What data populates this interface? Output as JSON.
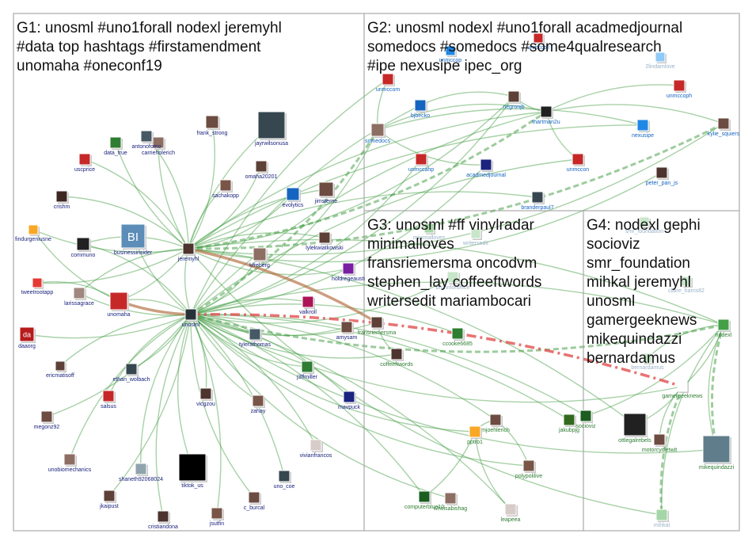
{
  "groups": [
    {
      "id": "G1",
      "title": [
        "G1: unosml #uno1forall nodexl jeremyhl",
        "#data top hashtags #firstamendment",
        "unomaha #oneconf19"
      ]
    },
    {
      "id": "G2",
      "title": [
        "G2: unosml nodexl #uno1forall acadmedjournal",
        "somedocs #somedocs #some4qualresearch",
        "#ipe nexusipe ipec_org"
      ]
    },
    {
      "id": "G3",
      "title": [
        "G3: unosml #ff vinylradar",
        "minimalloves",
        "fransriemersma oncodvm",
        "stephen_lay coffeeftwords",
        "writersedit mariambocari"
      ]
    },
    {
      "id": "G4",
      "title": [
        "G4: nodexl gephi",
        "socioviz",
        "smr_foundation",
        "mihkal jeremyhl",
        "unosml",
        "gamergeeknews",
        "mikequindazzi",
        "bernardamus"
      ]
    }
  ],
  "nodes": [
    {
      "name": "frank_strong",
      "group": "g1",
      "color": "#6d4c41"
    },
    {
      "name": "jayrwilsonusa",
      "group": "g1",
      "color": "#37474f"
    },
    {
      "name": "omaha20201",
      "group": "g1",
      "color": "#5d4037"
    },
    {
      "name": "carrieholerich",
      "group": "g1",
      "color": "#8d6e63"
    },
    {
      "name": "antonofomo",
      "group": "g1",
      "color": "#455a64"
    },
    {
      "name": "data_true",
      "group": "g1",
      "color": "#2e7d32"
    },
    {
      "name": "uscprice",
      "group": "g1",
      "color": "#c62828"
    },
    {
      "name": "sachakopp",
      "group": "g1",
      "color": "#795548"
    },
    {
      "name": "evolytics",
      "group": "g1",
      "color": "#1565c0"
    },
    {
      "name": "jimsterne",
      "group": "g1",
      "color": "#6d4c41"
    },
    {
      "name": "crishm",
      "group": "g1",
      "color": "#3e2723"
    },
    {
      "name": "findurgeniusne",
      "group": "g1",
      "color": "#f9a825"
    },
    {
      "name": "communo",
      "group": "g1",
      "color": "#212121"
    },
    {
      "name": "businessinsider",
      "group": "g1",
      "color": "#5b8db8"
    },
    {
      "name": "jeremyhl",
      "group": "g1",
      "color": "#4e342e"
    },
    {
      "name": "lylekwiatkowski",
      "group": "g1",
      "color": "#5d4037"
    },
    {
      "name": "kfreberg",
      "group": "g1",
      "color": "#8d6e63"
    },
    {
      "name": "holdregeausti",
      "group": "g1",
      "color": "#7b1fa2"
    },
    {
      "name": "tweetrootapp",
      "group": "g1",
      "color": "#e53935"
    },
    {
      "name": "larissagrace",
      "group": "g1",
      "color": "#a1887f"
    },
    {
      "name": "unomaha",
      "group": "g1",
      "color": "#c62828"
    },
    {
      "name": "unosml",
      "group": "g1",
      "color": "#263238"
    },
    {
      "name": "valkroll",
      "group": "g1",
      "color": "#ad1457"
    },
    {
      "name": "amysam",
      "group": "g1",
      "color": "#6d4c41"
    },
    {
      "name": "daaorg",
      "group": "g1",
      "color": "#b71c1c"
    },
    {
      "name": "tylerathomas",
      "group": "g1",
      "color": "#455a64"
    },
    {
      "name": "ericmatisoff",
      "group": "g1",
      "color": "#5d4037"
    },
    {
      "name": "ethan_wolbach",
      "group": "g1",
      "color": "#37474f"
    },
    {
      "name": "j3ffmiller",
      "group": "g1",
      "color": "#2e7d32"
    },
    {
      "name": "salsus",
      "group": "g1",
      "color": "#c62828"
    },
    {
      "name": "vicgzou",
      "group": "g1",
      "color": "#4e342e"
    },
    {
      "name": "zahay",
      "group": "g1",
      "color": "#795548"
    },
    {
      "name": "mavpuck",
      "group": "g1",
      "color": "#1a237e"
    },
    {
      "name": "megonz92",
      "group": "g1",
      "color": "#6d4c41"
    },
    {
      "name": "unobiomechanics",
      "group": "g1",
      "color": "#8d6e63"
    },
    {
      "name": "shaneth92068024",
      "group": "g1",
      "color": "#90a4ae"
    },
    {
      "name": "vivianfrancos",
      "group": "g1",
      "color": "#d7ccc8"
    },
    {
      "name": "tiktok_us",
      "group": "g1",
      "color": "#000000"
    },
    {
      "name": "jkaipust",
      "group": "g1",
      "color": "#5d4037"
    },
    {
      "name": "uno_coe",
      "group": "g1",
      "color": "#37474f"
    },
    {
      "name": "c_burcal",
      "group": "g1",
      "color": "#6d4c41"
    },
    {
      "name": "cristiandona",
      "group": "g1",
      "color": "#4e342e"
    },
    {
      "name": "jsutfin",
      "group": "g1",
      "color": "#795548"
    },
    {
      "name": "unmccop",
      "group": "g2",
      "color": "#1e88e5"
    },
    {
      "name": "unmccoll",
      "group": "g2",
      "color": "#c62828"
    },
    {
      "name": "2lindamlove",
      "group": "g2",
      "color": "#90caf9"
    },
    {
      "name": "unmccom",
      "group": "g2",
      "color": "#c62828"
    },
    {
      "name": "unmccoph",
      "group": "g2",
      "color": "#c62828"
    },
    {
      "name": "bjbecko",
      "group": "g2",
      "color": "#1565c0"
    },
    {
      "name": "negronjb",
      "group": "g2",
      "color": "#5d4037"
    },
    {
      "name": "thartman2u",
      "group": "g2",
      "color": "#212121"
    },
    {
      "name": "somedocs",
      "group": "g2",
      "color": "#8d6e63"
    },
    {
      "name": "nexusipe",
      "group": "g2",
      "color": "#1e88e5"
    },
    {
      "name": "kylie_squiers",
      "group": "g2",
      "color": "#6d4c41"
    },
    {
      "name": "unmccahp",
      "group": "g2",
      "color": "#c62828"
    },
    {
      "name": "acadmedjournal",
      "group": "g2",
      "color": "#1a237e"
    },
    {
      "name": "unmccon",
      "group": "g2",
      "color": "#c62828"
    },
    {
      "name": "peter_pan_js",
      "group": "g2",
      "color": "#4e342e"
    },
    {
      "name": "branderpaul7",
      "group": "g2",
      "color": "#37474f"
    },
    {
      "name": "minimalloves",
      "group": "g3",
      "color": "#a5d6a7"
    },
    {
      "name": "writersedit",
      "group": "g3",
      "color": "#c8e6c9"
    },
    {
      "name": "bruhnforoffice",
      "group": "g3",
      "color": "#c8e6c9"
    },
    {
      "name": "fransriemersma",
      "group": "g3",
      "color": "#5d4037"
    },
    {
      "name": "ccooke6685",
      "group": "g3",
      "color": "#2e7d32"
    },
    {
      "name": "coffeeftwords",
      "group": "g3",
      "color": "#4e342e"
    },
    {
      "name": "mjoehlerich",
      "group": "g3",
      "color": "#6d4c41"
    },
    {
      "name": "pptrb1",
      "group": "g3",
      "color": "#f9a825"
    },
    {
      "name": "jakubpjg",
      "group": "g3",
      "color": "#33691e"
    },
    {
      "name": "polypolilive",
      "group": "g3",
      "color": "#795548"
    },
    {
      "name": "computerblue10",
      "group": "g3",
      "color": "#1b5e20"
    },
    {
      "name": "whoisabishag",
      "group": "g3",
      "color": "#8d6e63"
    },
    {
      "name": "leapeea",
      "group": "g3",
      "color": "#d7ccc8"
    },
    {
      "name": "smr_foundation",
      "group": "g4",
      "color": "#c8e6c9"
    },
    {
      "name": "claire_harris82",
      "group": "g4",
      "color": "#c8e6c9"
    },
    {
      "name": "nodexl",
      "group": "g4",
      "color": "#43a047"
    },
    {
      "name": "bernardamus",
      "group": "g4",
      "color": "#c8e6c9"
    },
    {
      "name": "gamergeeknews",
      "group": "g4",
      "color": "#ffffff"
    },
    {
      "name": "socioviz",
      "group": "g4",
      "color": "#1b5e20"
    },
    {
      "name": "ottlegalrebels",
      "group": "g4",
      "color": "#212121"
    },
    {
      "name": "motorcycletwit",
      "group": "g4",
      "color": "#6d4c41"
    },
    {
      "name": "mikequindazzi",
      "group": "g4",
      "color": "#607d8b"
    },
    {
      "name": "mihkal",
      "group": "g4",
      "color": "#a5d6a7"
    }
  ],
  "logos": {
    "businessinsider": "BI",
    "daaorg": "da"
  }
}
